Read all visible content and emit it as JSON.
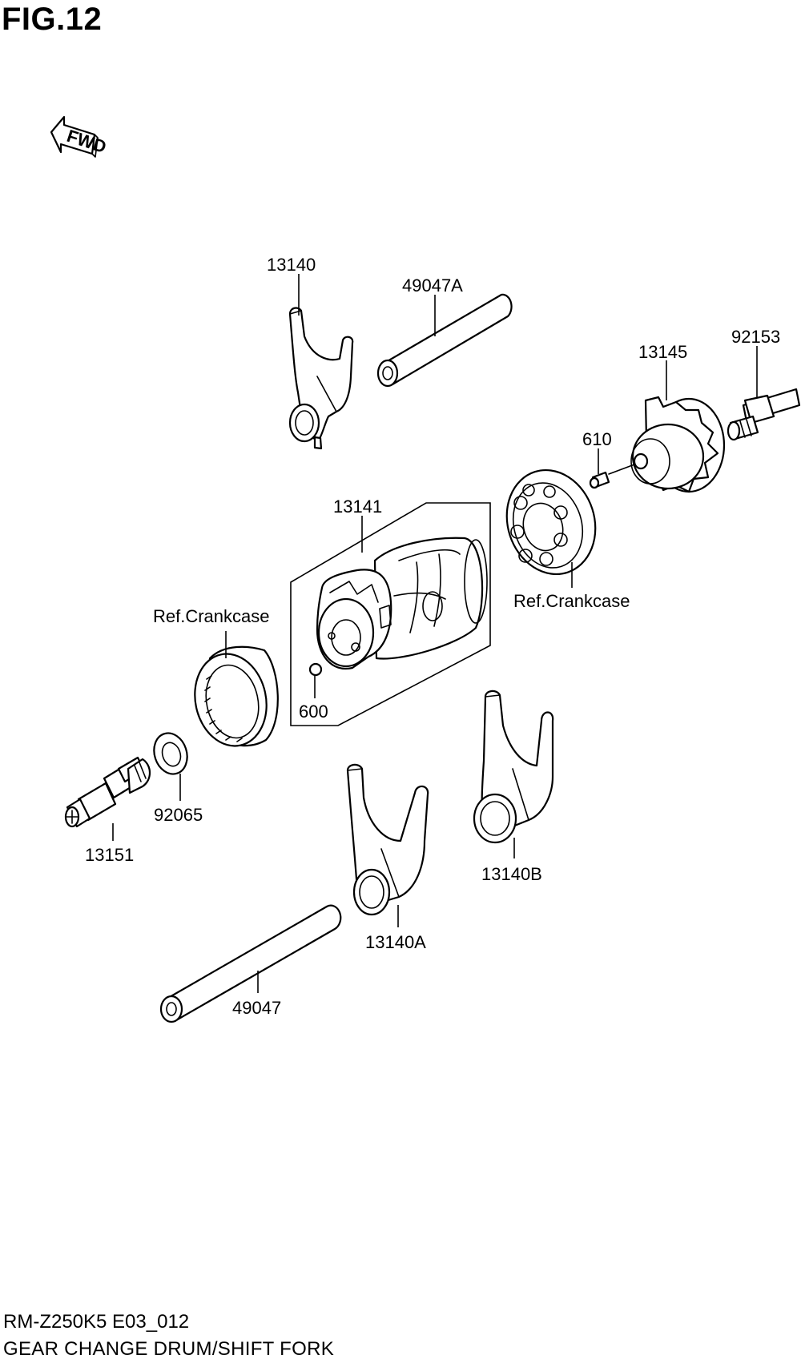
{
  "figure": {
    "title": "FIG.12",
    "fwd_text": "FWD"
  },
  "parts": {
    "p13140": "13140",
    "p49047A": "49047A",
    "p13145": "13145",
    "p92153": "92153",
    "p610": "610",
    "p13141": "13141",
    "p_ref_right": "Ref.Crankcase",
    "p_ref_left": "Ref.Crankcase",
    "p600": "600",
    "p92065": "92065",
    "p13151": "13151",
    "p13140B": "13140B",
    "p13140A": "13140A",
    "p49047": "49047"
  },
  "footer": {
    "code": "RM-Z250K5 E03_012",
    "name": "GEAR CHANGE DRUM/SHIFT FORK"
  },
  "colors": {
    "ink": "#000000",
    "paper": "#ffffff"
  }
}
